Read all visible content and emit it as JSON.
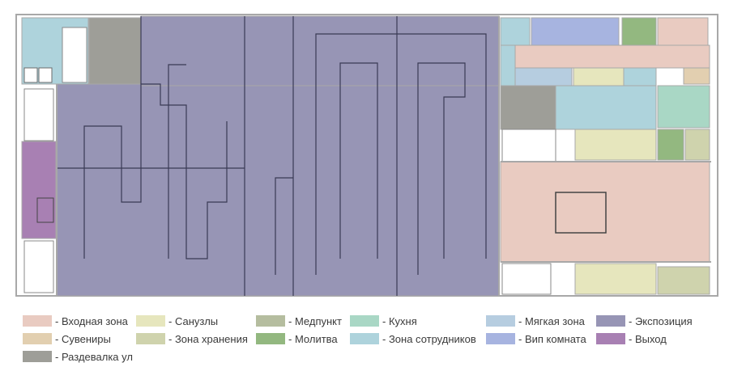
{
  "palette": {
    "entrance": "#e9cbc1",
    "souvenirs": "#e2cfb0",
    "changing": "#9e9e98",
    "toilets": "#e6e6bd",
    "storage": "#cfd3ad",
    "medical": "#b5bd9f",
    "prayer": "#93b880",
    "kitchen": "#a9d7c5",
    "staff": "#aed3dc",
    "lounge": "#b6cde0",
    "vip": "#a7b4e0",
    "exposition": "#9795b5",
    "exit": "#a880b3",
    "wall": "#a8a8a8",
    "maze": "#3a3a55"
  },
  "legend": [
    {
      "label": "- Входная зона",
      "color": "#e9cbc1"
    },
    {
      "label": "- Сувениры",
      "color": "#e2cfb0"
    },
    {
      "label": "- Раздевалка ул",
      "color": "#9e9e98"
    },
    {
      "label": "- Санузлы",
      "color": "#e6e6bd"
    },
    {
      "label": "- Зона хранения",
      "color": "#cfd3ad"
    },
    {
      "label": "- Медпункт",
      "color": "#b5bd9f"
    },
    {
      "label": "- Молитва",
      "color": "#93b880"
    },
    {
      "label": "- Кухня",
      "color": "#a9d7c5"
    },
    {
      "label": "- Зона сотрудников",
      "color": "#aed3dc"
    },
    {
      "label": "- Мягкая зона",
      "color": "#b6cde0"
    },
    {
      "label": "- Вип комната",
      "color": "#a7b4e0"
    },
    {
      "label": "- Экспозиция",
      "color": "#9795b5"
    },
    {
      "label": "- Выход",
      "color": "#a880b3"
    }
  ]
}
